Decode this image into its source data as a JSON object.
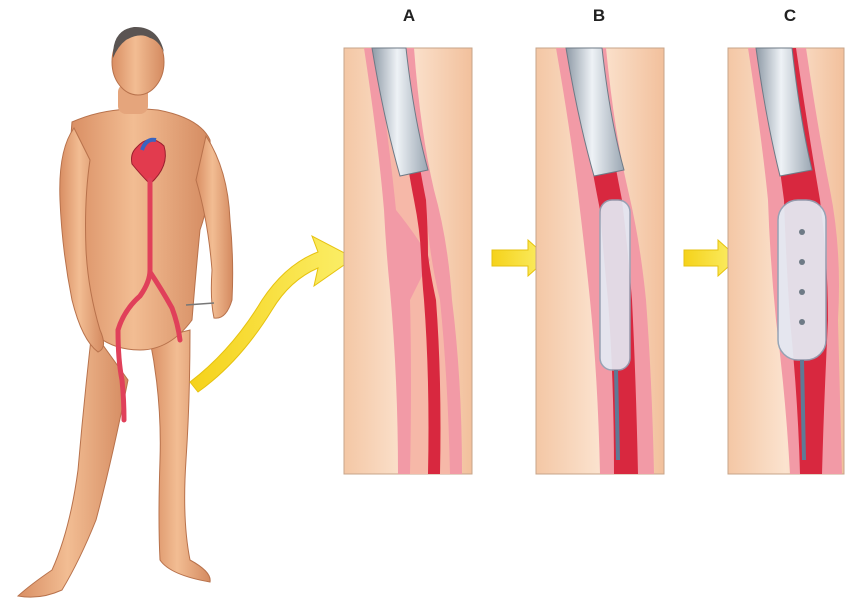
{
  "panels": [
    {
      "label": "A"
    },
    {
      "label": "B"
    },
    {
      "label": "C"
    }
  ],
  "colors": {
    "skin": "#efb48a",
    "skin_shadow": "#d99268",
    "artery": "#e0405a",
    "vessel_wall": "#f29aa6",
    "plaque_tissue": "#f6c9a6",
    "catheter": "#c9d3dc",
    "balloon": "#e4edf6",
    "arrow": "#f7e53a"
  }
}
